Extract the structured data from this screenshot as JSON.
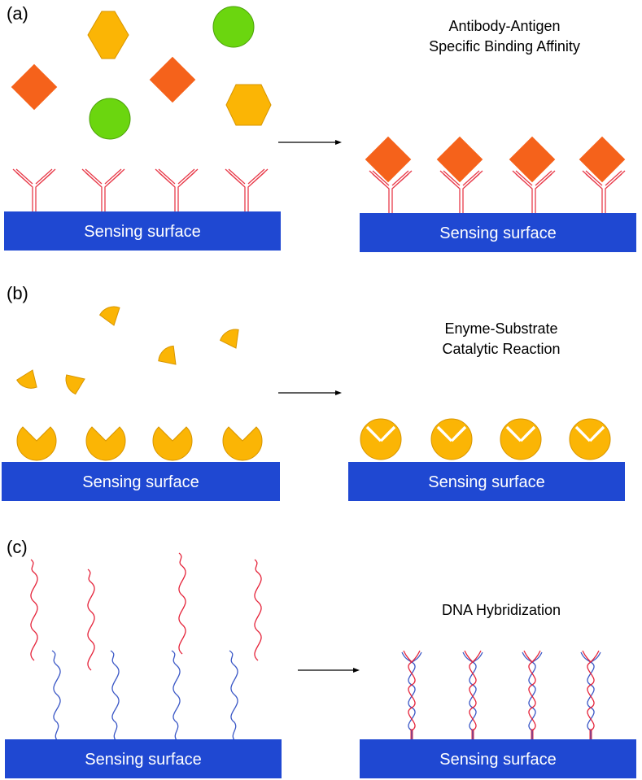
{
  "panels": [
    {
      "label": "(a)",
      "caption_line1": "Antibody-Antigen",
      "caption_line2": "Specific Binding Affinity",
      "surface_left": "Sensing surface",
      "surface_right": "Sensing surface"
    },
    {
      "label": "(b)",
      "caption_line1": "Enyme-Substrate",
      "caption_line2": "Catalytic Reaction",
      "surface_left": "Sensing surface",
      "surface_right": "Sensing surface"
    },
    {
      "label": "(c)",
      "caption_line1": "DNA Hybridization",
      "surface_left": "Sensing surface",
      "surface_right": "Sensing surface"
    }
  ],
  "colors": {
    "surface": "#1f48d2",
    "antigen_match": "#f5621b",
    "antigen_hex": "#fbb505",
    "antigen_circle": "#6bd60f",
    "antibody": "#e83b4a",
    "enzyme": "#fbb505",
    "dna_probe": "#3a57c6",
    "dna_target": "#e5233a"
  }
}
